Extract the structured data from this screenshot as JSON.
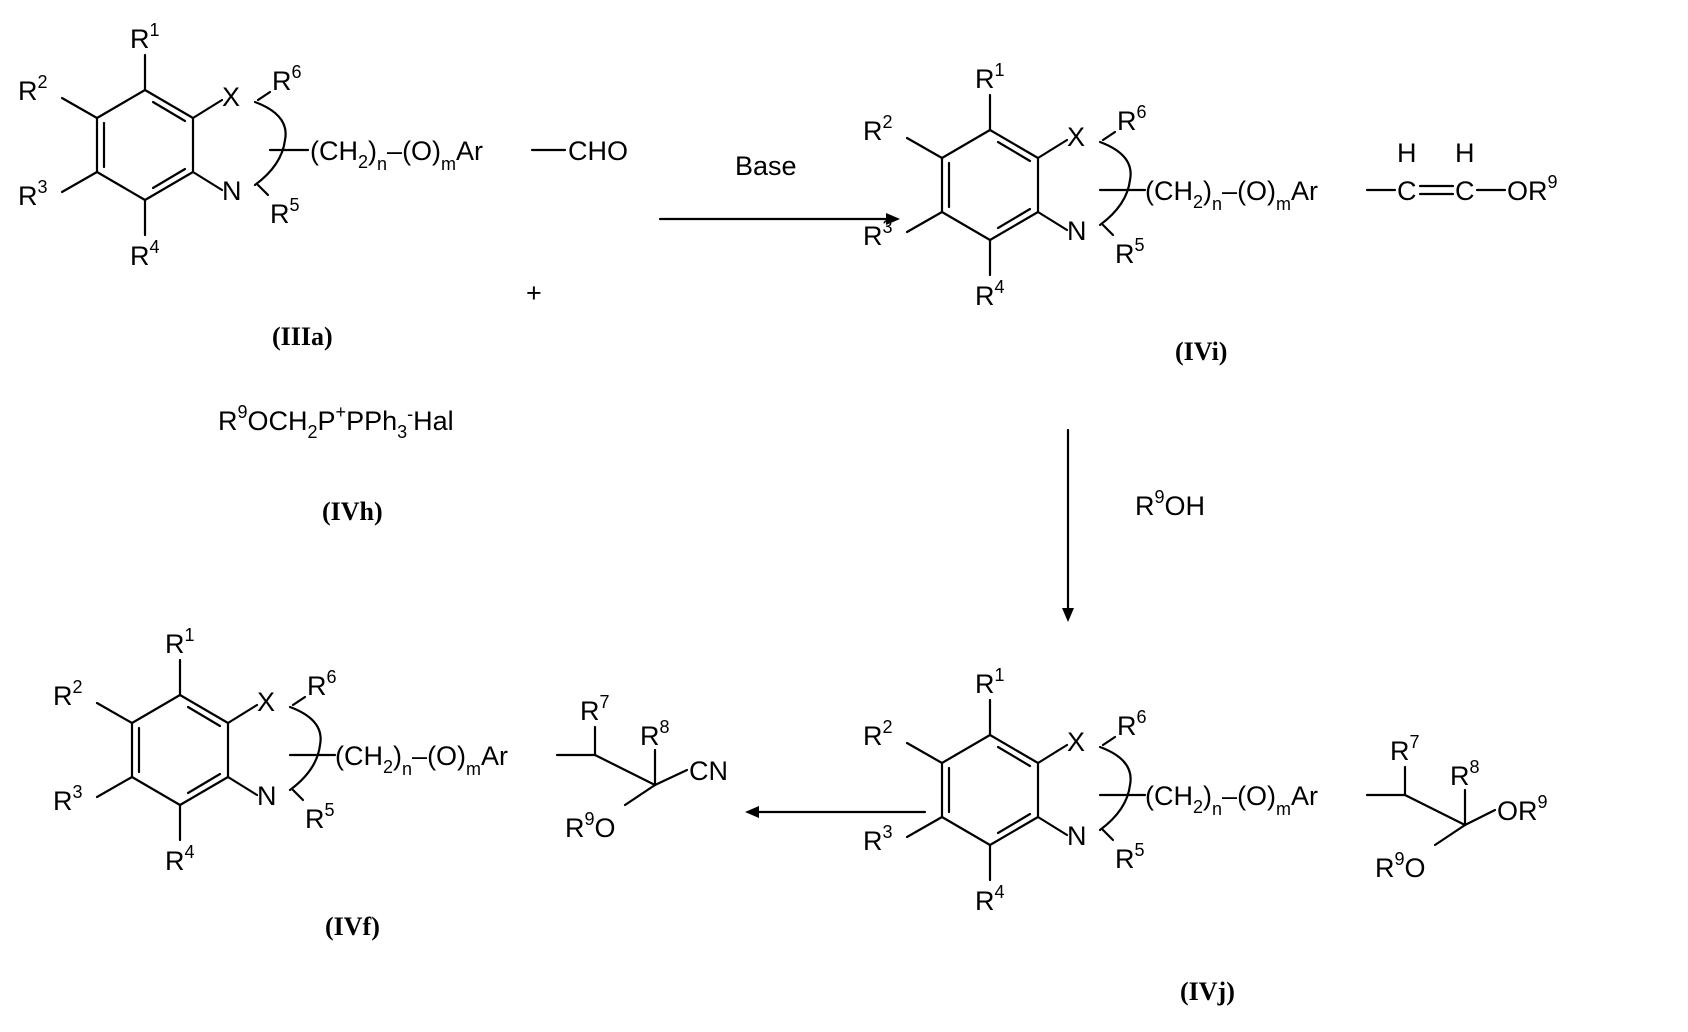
{
  "scheme": {
    "molecules": [
      {
        "id": "IIIa",
        "label": "(IIIa)",
        "chain": "(CH2)n–(O)m Ar—CHO"
      },
      {
        "id": "IVi",
        "label": "(IVi)",
        "chain": "(CH2)n–(O)m Ar—CH=CH—OR9"
      },
      {
        "id": "IVj",
        "label": "(IVj)",
        "chain": "(CH2)n–(O)m Ar—CR7—CR8(OR9)2"
      },
      {
        "id": "IVf",
        "label": "(IVf)",
        "chain": "(CH2)n–(O)m Ar—CR7—CR8(OR9)CN"
      }
    ],
    "reagent": {
      "label": "(IVh)",
      "plus": "+"
    },
    "arrows": [
      {
        "id": "a1",
        "label": "Base"
      },
      {
        "id": "a2",
        "label": "R9OH"
      },
      {
        "id": "a3",
        "label": ""
      }
    ]
  },
  "text": {
    "R": "R",
    "X": "X",
    "N": "N",
    "O": "O",
    "H": "H",
    "s1": "1",
    "s2": "2",
    "s3": "3",
    "s4": "4",
    "s5": "5",
    "s6": "6",
    "s7": "7",
    "s8": "8",
    "s9": "9",
    "n": "n",
    "m": "m",
    "CH": "(CH",
    "CHclose": ")",
    "Oparen": "(O)",
    "Ar": "Ar",
    "CHO": "CHO",
    "CN": "CN",
    "OR": "OR",
    "C": "C",
    "OH": "OH",
    "reagent_a": "OCH",
    "reagent_b": "P",
    "reagent_c": "PPh",
    "reagent_d": "Hal",
    "plus_sup": "+",
    "minus_sup": "-"
  }
}
